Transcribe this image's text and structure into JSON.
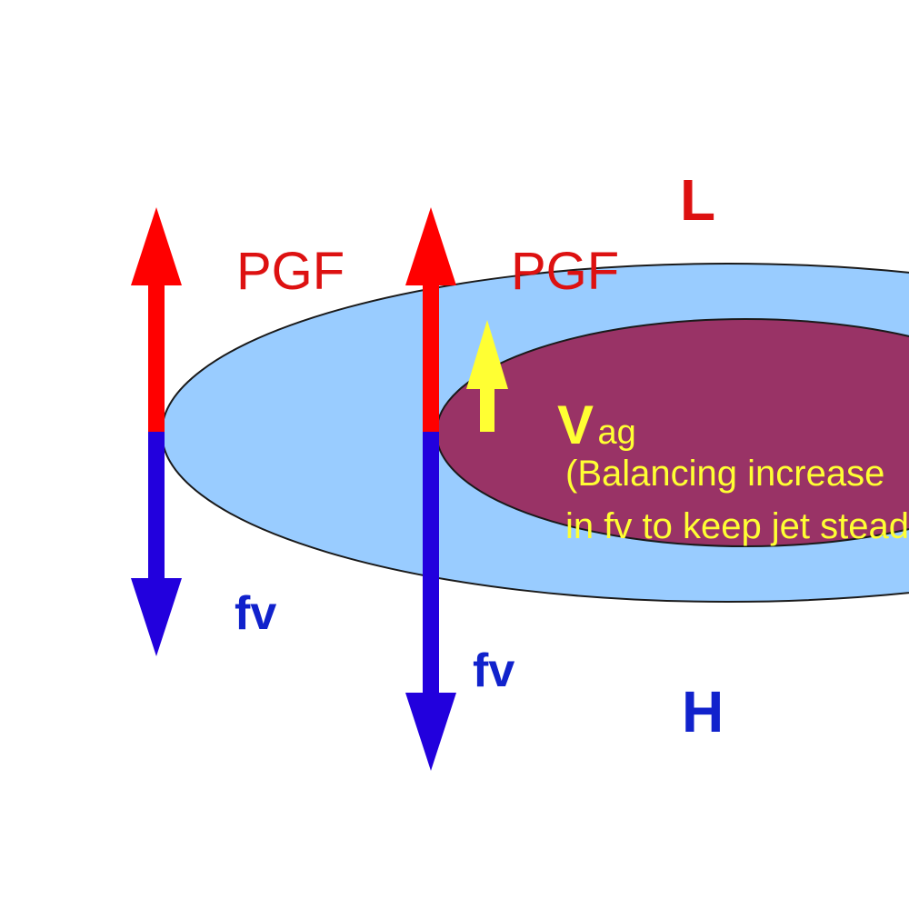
{
  "colors": {
    "background": "#ffffff",
    "outer_jet": "#99ccff",
    "inner_jet": "#993366",
    "outline": "#1a1a1a",
    "pgf_arrow": "#ff0000",
    "fv_arrow": "#2200dd",
    "pgf_text": "#dd1111",
    "fv_text": "#1122cc",
    "low_text": "#dd1111",
    "high_text": "#1122cc",
    "vag_arrow": "#ffff33",
    "vag_text": "#ffff33"
  },
  "labels": {
    "low": "L",
    "high": "H",
    "pgf_left": "PGF",
    "pgf_right": "PGF",
    "fv_left": "fv",
    "fv_right": "fv",
    "vag_main": "V",
    "vag_sub": "ag",
    "note_line1": "(Balancing increase",
    "note_line2": "in fv to keep jet steady)"
  },
  "icons": {
    "pgf_arrow": "arrow-up-icon",
    "fv_arrow": "arrow-down-icon",
    "vag_arrow": "arrow-up-icon"
  }
}
